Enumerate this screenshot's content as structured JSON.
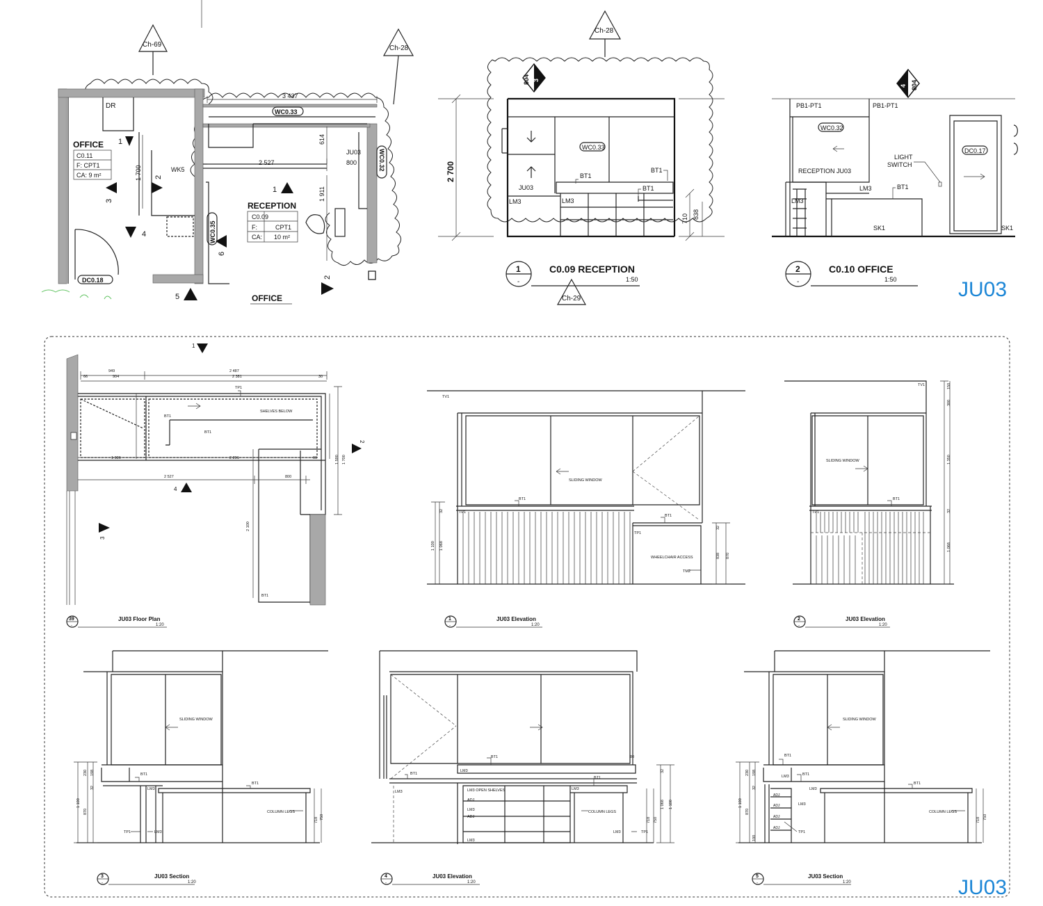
{
  "callouts": {
    "ch69": "Ch-69",
    "ch28_a": "Ch-28",
    "ch28_b": "Ch-28",
    "ch29": "Ch-29"
  },
  "plan_top": {
    "labels": {
      "dr": "DR",
      "office": "OFFICE",
      "office_bottom": "OFFICE",
      "wk5": "WK5",
      "reception": "RECEPTION",
      "ju03": "JU03",
      "wc033": "WC0.33",
      "wc032": "WC0.32",
      "wc035": "WC0.35",
      "dc018": "DC0.18"
    },
    "office_tag": {
      "code": "C0.11",
      "finish": "F:  CPT1",
      "area": "CA: 9 m²"
    },
    "reception_tag": {
      "code": "C0.09",
      "finish_key": "F:",
      "finish_val": "CPT1",
      "area_key": "CA:",
      "area_val": "10 m²"
    },
    "dims": {
      "d3437": "3 437",
      "d2527": "2 527",
      "d800": "800",
      "d614": "614",
      "d1911": "1 911",
      "d1700": "1 700"
    },
    "markers": {
      "m1a": "1",
      "m1b": "1",
      "m2a": "2",
      "m2b": "2",
      "m3": "3",
      "m4": "4",
      "m5": "5",
      "m6": "6"
    }
  },
  "elev_reception": {
    "dim_height": "2 700",
    "wc033": "WC0.33",
    "ju03": "JU03",
    "lm3a": "LM3",
    "lm3b": "LM3",
    "bt1a": "BT1",
    "bt1b": "BT1",
    "bt1c": "BT1",
    "d838": "838",
    "d710": "710",
    "marker_top": "804",
    "marker_bottom": "3",
    "title_num": "1",
    "title": "C0.09 RECEPTION",
    "scale": "1:50",
    "dash": "-"
  },
  "elev_office": {
    "pb1a": "PB1-PT1",
    "pb1b": "PB1-PT1",
    "wc032": "WC0.32",
    "dc017": "DC0.17",
    "light1": "LIGHT",
    "light2": "SWITCH",
    "reception_ju03": "RECEPTION JU03",
    "lm3a": "LM3",
    "lm3b": "LM3",
    "bt1": "BT1",
    "sk1a": "SK1",
    "sk1b": "SK1",
    "marker_top": "4",
    "marker_bottom": "804",
    "title_num": "2",
    "title": "C0.10 OFFICE",
    "scale": "1:50",
    "dash": "-"
  },
  "sheet_refs": {
    "top": "JU03",
    "bottom": "JU03"
  },
  "detail_plan": {
    "labels": {
      "shelves": "SHELVES BELOW",
      "bt1a": "BT1",
      "bt1b": "BT1",
      "bt1c": "BT1",
      "tp1": "TP1"
    },
    "dims": {
      "d949": "949",
      "d2487": "2 487",
      "d2381": "2 381",
      "d904": "904",
      "d1036": "1 036",
      "d2291": "2 291",
      "d2527": "2 527",
      "d800": "800",
      "d2100": "2 100",
      "d1590": "1 590",
      "d1700": "1 700",
      "d66": "66",
      "d90": "90",
      "d30": "30"
    },
    "markers": {
      "m1": "1",
      "m2": "2",
      "m3": "3",
      "m4": "4"
    },
    "title_num": "39",
    "title": "JU03 Floor Plan",
    "scale": "1:20",
    "dash": "-"
  },
  "det_elev1": {
    "tv1": "TV1",
    "window": "SLIDING WINDOW",
    "bt1a": "BT1",
    "bt1b": "BT1",
    "tp1a": "TP1",
    "tp1b": "TP1",
    "wheelchair": "WHEELCHAIR ACCESS",
    "tm2": "TM2",
    "d1100": "1 100",
    "d1068": "1 068",
    "d32": "32",
    "d838": "838",
    "d870": "870",
    "title_num": "1",
    "title": "JU03 Elevation",
    "scale": "1:20",
    "dash": "-"
  },
  "det_elev2": {
    "tv1": "TV1",
    "window": "SLIDING WINDOW",
    "bt1": "BT1",
    "tp1": "TP1",
    "d150": "150",
    "d300": "300",
    "d1350": "1 350",
    "d32": "32",
    "d1068": "1 068",
    "title_num": "2",
    "title": "JU03 Elevation",
    "scale": "1:20",
    "dash": "-"
  },
  "det_sec3": {
    "window": "SLIDING WINDOW",
    "bt1a": "BT1",
    "bt1b": "BT1",
    "lm3a": "LM3",
    "lm3b": "LM3",
    "tp1": "TP1",
    "legs": "COLUMN LEGS",
    "d1100": "1 100",
    "d870": "870",
    "d230": "230",
    "d198": "198",
    "d32": "32",
    "d718": "718",
    "d750": "750",
    "title_num": "3",
    "title": "JU03 Section",
    "scale": "1:20",
    "dash": "-"
  },
  "det_elev4": {
    "bt1a": "BT1",
    "bt1b": "BT1",
    "bt1c": "BT1",
    "lm3a": "LM3",
    "lm3b": "LM3",
    "lm3c": "LM3",
    "lm3d": "LM3",
    "lm3e": "LM3",
    "shelves": "LM3 OPEN SHELVES",
    "adj1": "ADJ",
    "adj2": "ADJ",
    "tp1": "TP1",
    "legs": "COLUMN LEGS",
    "d80": "80",
    "d32": "32",
    "d1068": "1 068",
    "d1100": "1 100",
    "d718": "718",
    "d750": "750",
    "title_num": "4",
    "title": "JU03 Elevation",
    "scale": "1:20",
    "dash": "-"
  },
  "det_sec5": {
    "window": "SLIDING WINDOW",
    "bt1a": "BT1",
    "bt1b": "BT1",
    "bt1c": "BT1",
    "lm3a": "LM3",
    "lm3b": "LM3",
    "lm3c": "LM3",
    "adj1": "ADJ",
    "adj2": "ADJ",
    "adj3": "ADJ",
    "adj4": "ADJ",
    "tp1": "TP1",
    "legs": "COLUMN LEGS",
    "d1100": "1 100",
    "d870": "870",
    "d230": "230",
    "d198": "198",
    "d32": "32",
    "d718": "718",
    "d750": "750",
    "d100": "100",
    "title_num": "5",
    "title": "JU03 Section",
    "scale": "1:20",
    "dash": "-"
  }
}
